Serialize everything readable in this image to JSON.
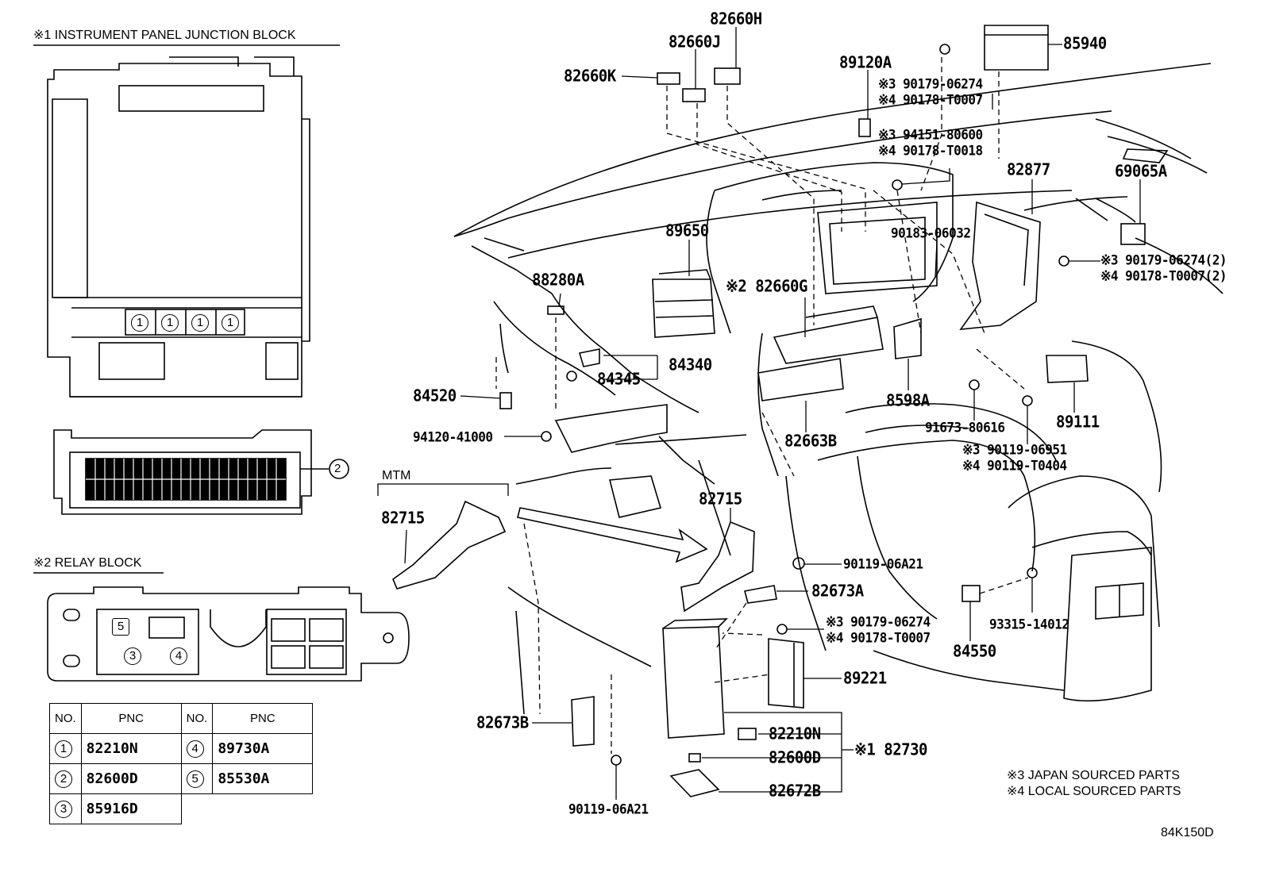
{
  "headers": {
    "junction_block": "※1 INSTRUMENT PANEL JUNCTION BLOCK",
    "relay_block": "※2 RELAY BLOCK",
    "mtm": "MTM"
  },
  "junction_circles": [
    "1",
    "1",
    "1",
    "1"
  ],
  "connector_circle": "2",
  "relay_circles": [
    "5",
    "3",
    "4"
  ],
  "table": {
    "col_no": "NO.",
    "col_pnc": "PNC",
    "rows": [
      {
        "no1": "1",
        "pnc1": "82210N",
        "no2": "4",
        "pnc2": "89730A"
      },
      {
        "no1": "2",
        "pnc1": "82600D",
        "no2": "5",
        "pnc2": "85530A"
      },
      {
        "no1": "3",
        "pnc1": "85916D",
        "no2": "",
        "pnc2": ""
      }
    ]
  },
  "part_labels": {
    "p82660H": "82660H",
    "p82660J": "82660J",
    "p82660K": "82660K",
    "p89120A": "89120A",
    "p85940": "85940",
    "n3_9017906274": "※3 90179-06274",
    "n4_90178T0007": "※4 90178-T0007",
    "n3_9415180600": "※3 94151-80600",
    "n4_90178T0018": "※4 90178-T0018",
    "p82877": "82877",
    "p69065A": "69065A",
    "p90183": "90183-06032",
    "n3_9017906274x2": "※3 90179-06274(2)",
    "n4_90178T0007x2": "※4 90178-T0007(2)",
    "p89650": "89650",
    "p88280A": "88280A",
    "n2_82660G": "※2 82660G",
    "p84340": "84340",
    "p84345": "84345",
    "p84520": "84520",
    "p94120": "94120-41000",
    "p8598A": "8598A",
    "p89111": "89111",
    "p91673": "91673-80616",
    "p82663B": "82663B",
    "n3_9011906951": "※3 90119-06951",
    "n4_90119T0404": "※4 90119-T0404",
    "p82715_mtm": "82715",
    "p82715": "82715",
    "p90119_06A21_a": "90119-06A21",
    "p82673A": "82673A",
    "n3_9017906274b": "※3 90179-06274",
    "n4_90178T0007b": "※4 90178-T0007",
    "p89221": "89221",
    "p84550": "84550",
    "p93315": "93315-14012",
    "p82673B": "82673B",
    "p82210N": "82210N",
    "p82600D": "82600D",
    "n1_82730": "※1 82730",
    "p82672B": "82672B",
    "p90119_06A21_b": "90119-06A21"
  },
  "notes": {
    "japan": "※3 JAPAN SOURCED PARTS",
    "local": "※4 LOCAL SOURCED PARTS"
  },
  "diagram_code": "84K150D"
}
